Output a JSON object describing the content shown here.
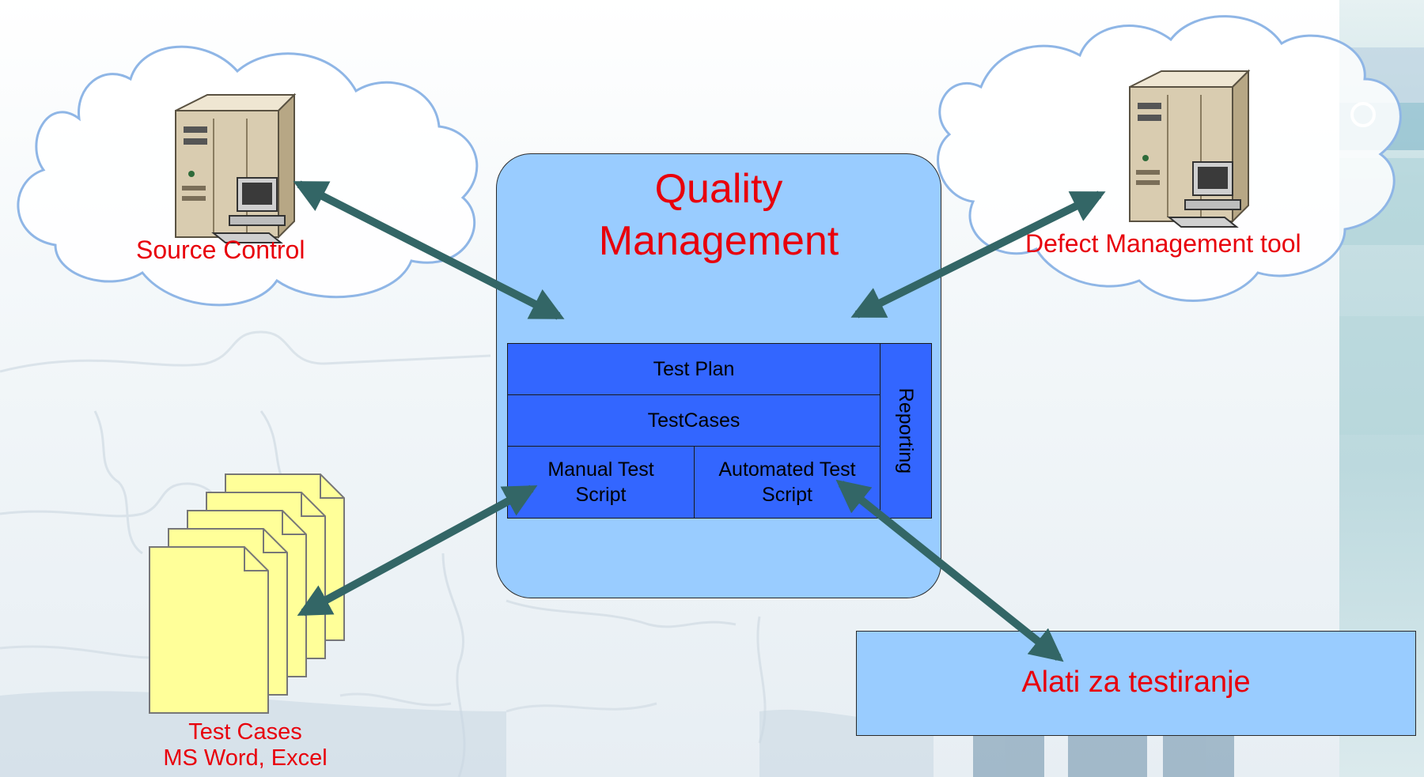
{
  "quality_management": {
    "title_line1": "Quality",
    "title_line2": "Management",
    "blocks": {
      "test_plan": "Test Plan",
      "test_cases": "TestCases",
      "manual_line1": "Manual Test",
      "manual_line2": "Script",
      "automated_line1": "Automated Test",
      "automated_line2": "Script",
      "reporting": "Reporting"
    }
  },
  "source_control": {
    "label": "Source Control"
  },
  "defect_tool": {
    "label": "Defect Management tool"
  },
  "testing_tools": {
    "label": "Alati za testiranje"
  },
  "documents": {
    "line1": "Test Cases",
    "line2": "MS Word, Excel"
  },
  "colors": {
    "label_red": "#e8000b",
    "box_light_blue": "#99ccff",
    "block_blue": "#3366ff",
    "arrow_teal": "#336666",
    "cloud_stroke": "#8fb6e6",
    "doc_yellow": "#ffff99"
  },
  "icons": {
    "server_left": "server-computer-icon",
    "server_right": "server-computer-icon",
    "documents": "document-stack-icon"
  }
}
